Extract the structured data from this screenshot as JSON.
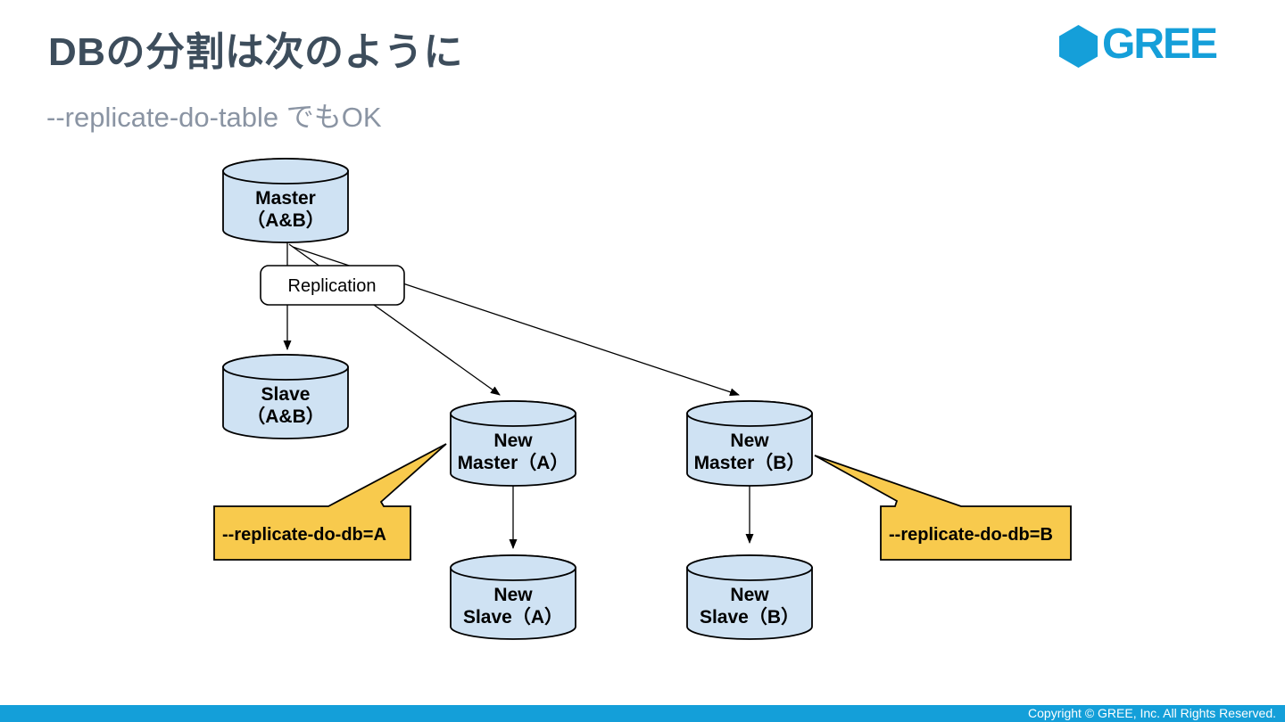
{
  "slide": {
    "title": "DBの分割は次のように",
    "subtitle": "--replicate-do-table でもOK",
    "footer": "Copyright © GREE, Inc. All Rights Reserved."
  },
  "logo": {
    "wordmark": "GREE",
    "hexagon_icon": "gree-hexagon",
    "brand_blue": "#159fd9"
  },
  "diagram": {
    "replication_label": "Replication",
    "nodes": {
      "master": {
        "line1": "Master",
        "line2": "（A&B）"
      },
      "slave": {
        "line1": "Slave",
        "line2": "（A&B）"
      },
      "new_master_a": {
        "line1": "New",
        "line2": "Master（A）"
      },
      "new_master_b": {
        "line1": "New",
        "line2": "Master（B）"
      },
      "new_slave_a": {
        "line1": "New",
        "line2": "Slave（A）"
      },
      "new_slave_b": {
        "line1": "New",
        "line2": "Slave（B）"
      }
    },
    "callouts": {
      "a": "--replicate-do-db=A",
      "b": "--replicate-do-db=B"
    },
    "colors": {
      "cylinder_fill": "#cfe2f3",
      "callout_fill": "#f8ca4d",
      "box_fill": "#ffffff",
      "stroke": "#000000"
    }
  },
  "colors": {
    "brand_blue": "#149fd9",
    "title_text": "#3d4d5c",
    "subtitle_text": "#8a94a3"
  }
}
